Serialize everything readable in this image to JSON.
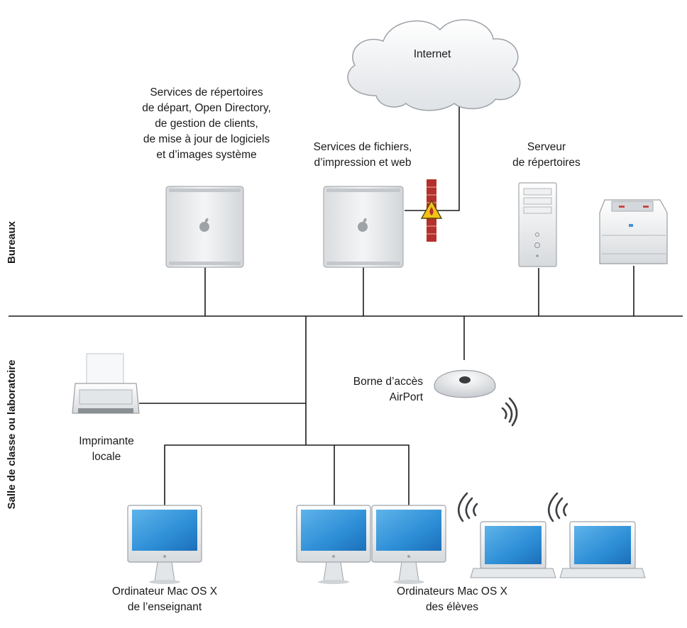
{
  "zones": {
    "top": "Bureaux",
    "bottom": "Salle de classe ou laboratoire"
  },
  "nodes": {
    "internet": {
      "label": "Internet"
    },
    "server_left": {
      "lines": [
        "Services de répertoires",
        "de départ, Open Directory,",
        "de gestion de clients,",
        "de mise à jour de logiciels",
        "et d’images système"
      ]
    },
    "server_mid": {
      "lines": [
        "Services de fichiers,",
        "d’impression et web"
      ]
    },
    "directory_server": {
      "lines": [
        "Serveur",
        "de répertoires"
      ]
    },
    "local_printer": {
      "lines": [
        "Imprimante",
        "locale"
      ]
    },
    "airport": {
      "lines": [
        "Borne d’accès",
        "AirPort"
      ]
    },
    "teacher_mac": {
      "lines": [
        "Ordinateur Mac OS X",
        "de l’enseignant"
      ]
    },
    "student_macs": {
      "lines": [
        "Ordinateurs Mac OS X",
        "des élèves"
      ]
    }
  },
  "colors": {
    "line": "#1a1a1a",
    "screen": "#2d8ed6",
    "firewall": "#b5302b",
    "warning": "#f2c21a"
  }
}
